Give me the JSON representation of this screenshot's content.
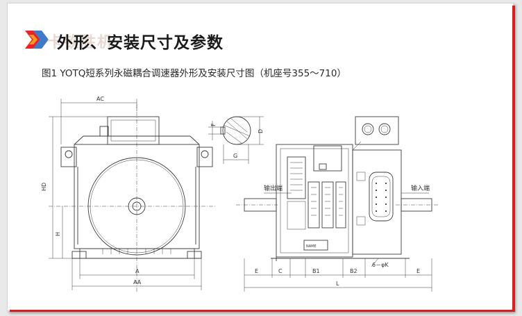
{
  "header": {
    "title": "外形、安装尺寸及参数",
    "watermark": "卡钦胜机",
    "logo_icon": "double-chevron-icon",
    "accent_colors": [
      "#e8242a",
      "#2b6cc4",
      "#f2b21f"
    ]
  },
  "figure": {
    "caption": "图1 YOTQ短系列永磁耦合调速器外形及安装尺寸图（机座号355～710）",
    "front_view": {
      "dim_top": "AC",
      "dim_height_total": "HD",
      "dim_height_shaft": "H",
      "dim_base_inner": "A",
      "dim_base_outer": "AA"
    },
    "shaft_detail": {
      "dim_key": "F",
      "dim_diameter": "D",
      "dim_depth": "G"
    },
    "side_view": {
      "label_output": "输出端",
      "label_input": "输入端",
      "dim_e_left": "E",
      "dim_c": "C",
      "dim_b1": "B1",
      "dim_b2": "B2",
      "dim_holes": "6－φK",
      "dim_e_right": "E",
      "dim_length": "L",
      "nameplate": "NAME"
    }
  },
  "colors": {
    "border_accent": "#d61f1f"
  }
}
